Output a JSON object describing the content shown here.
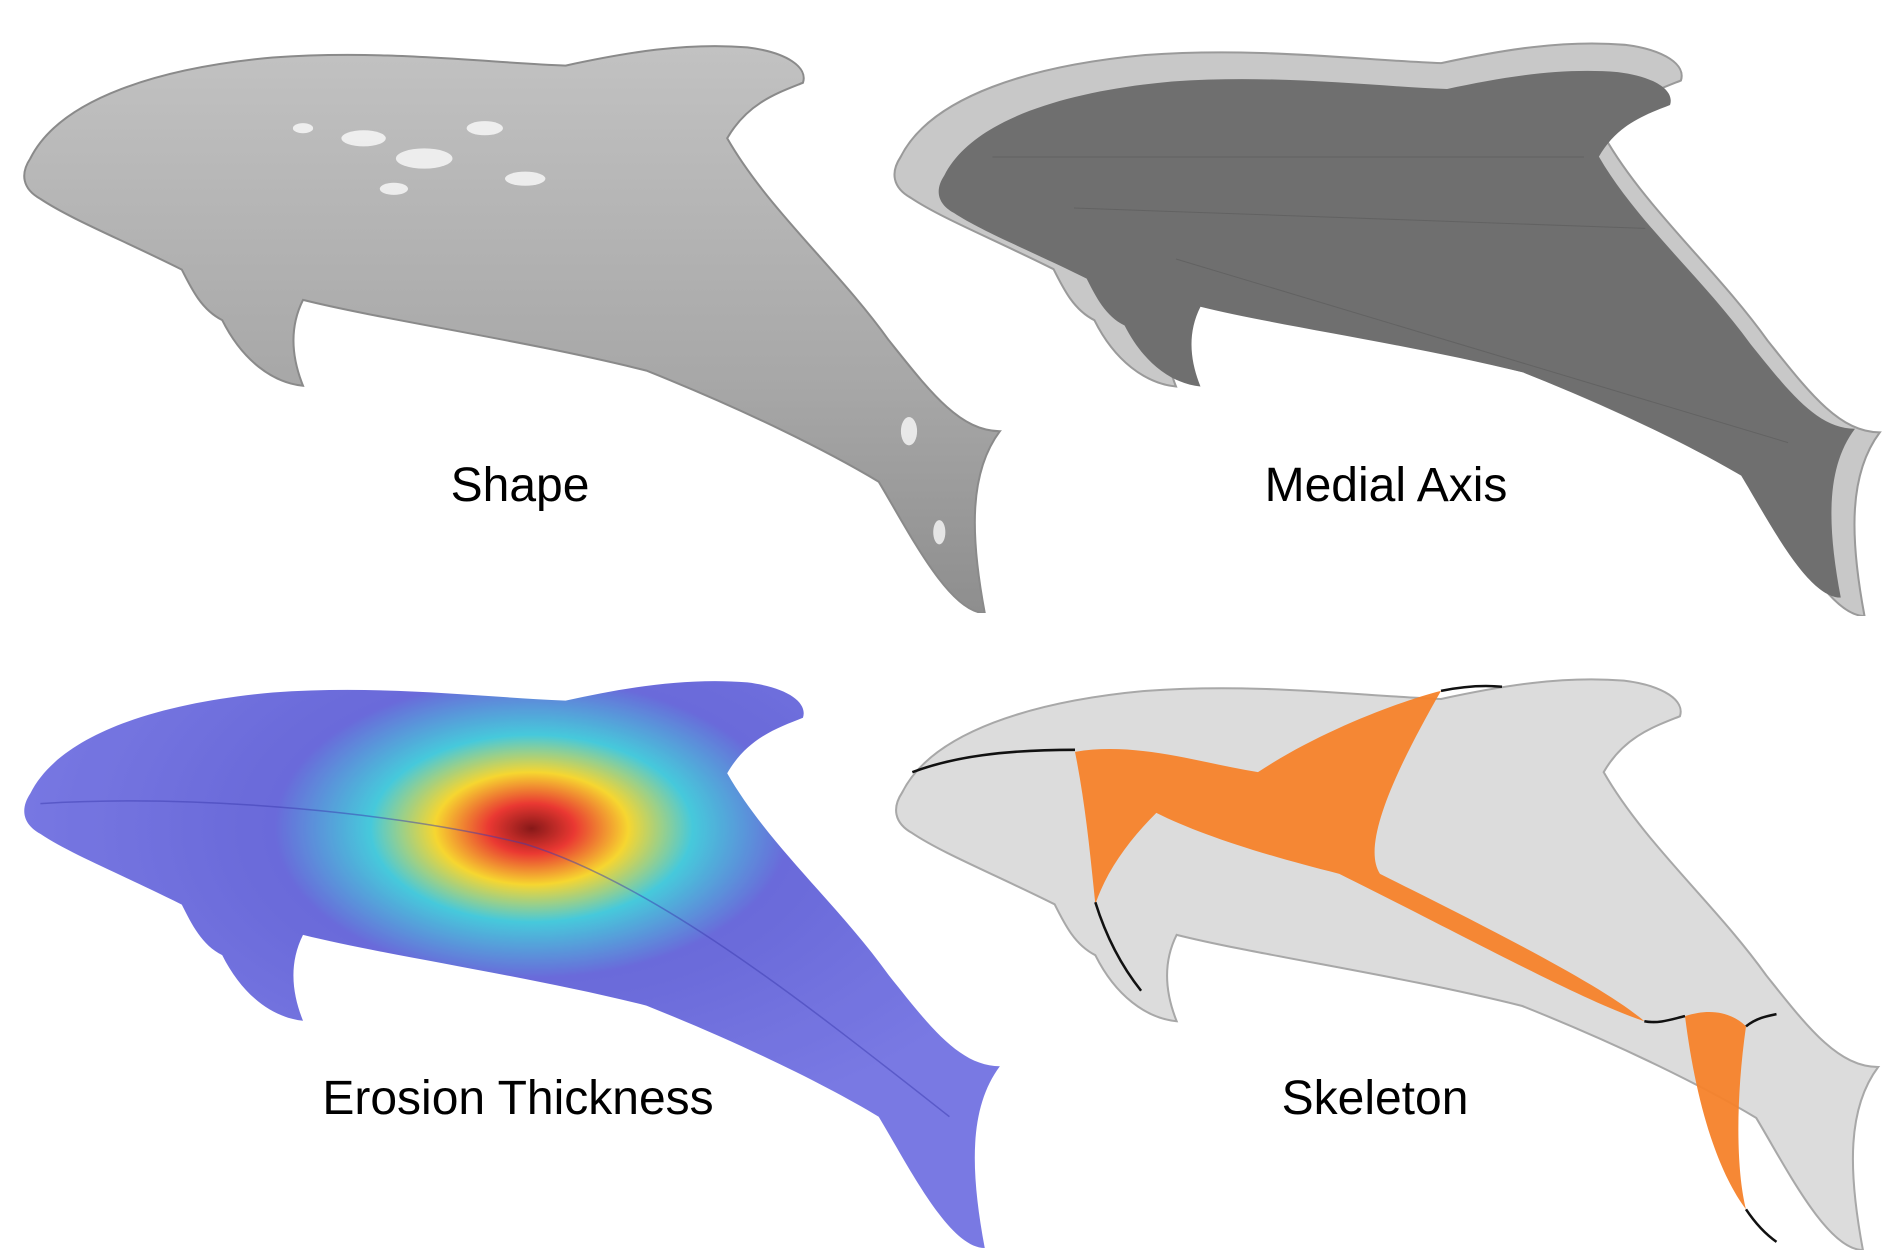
{
  "panels": [
    {
      "id": "shape",
      "caption": "Shape"
    },
    {
      "id": "medial-axis",
      "caption": "Medial Axis"
    },
    {
      "id": "erosion-thickness",
      "caption": "Erosion Thickness"
    },
    {
      "id": "skeleton",
      "caption": "Skeleton"
    }
  ],
  "colors": {
    "shape_fill": "#a9a9a9",
    "medial_outer": "#c8c8c8",
    "medial_inner": "#6f6f6f",
    "thickness_low": "#5a5ad6",
    "thickness_mid": "#33c4d8",
    "thickness_high": "#e8231c",
    "skeleton_body": "#dcdcdc",
    "skeleton_sheet": "#f5822a",
    "skeleton_curve": "#111111"
  }
}
